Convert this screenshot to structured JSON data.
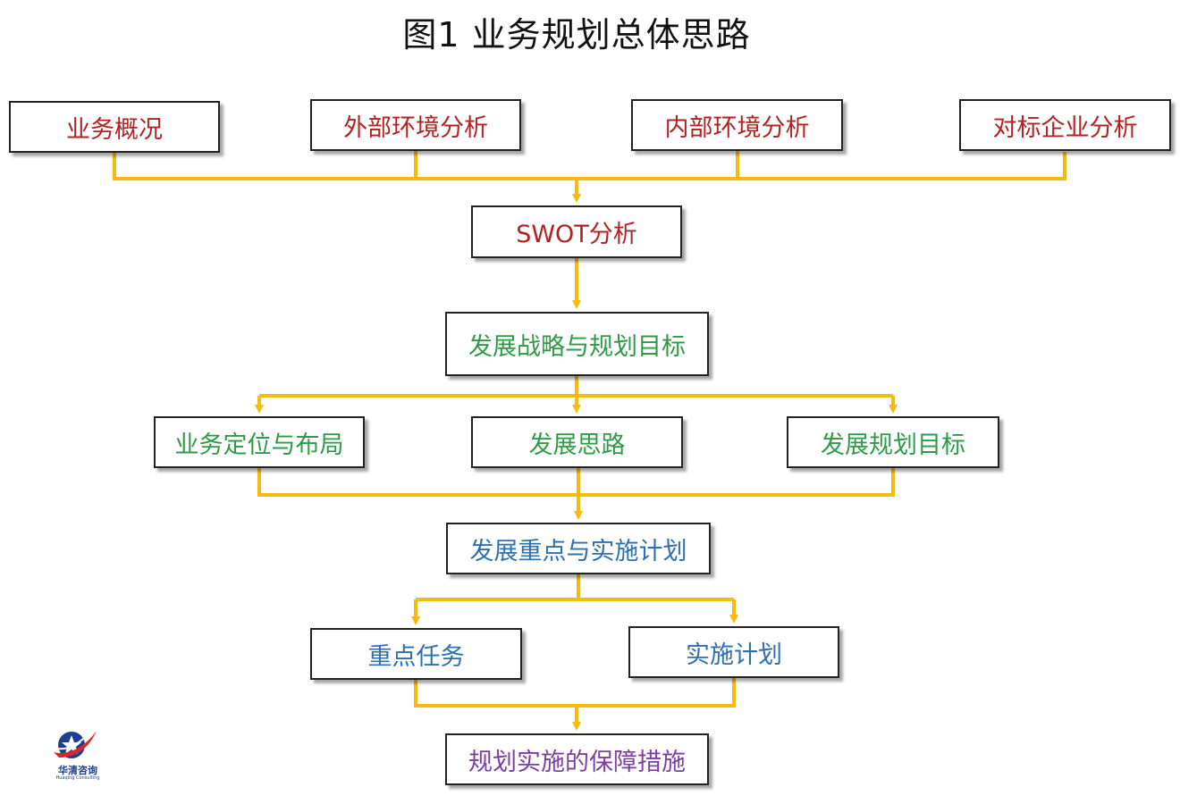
{
  "title": "图1  业务规划总体思路",
  "colors": {
    "connector": "#f5bb0f",
    "red_text": "#b22222",
    "green_text": "#2e9b46",
    "blue_text": "#2d6fb3",
    "purple_text": "#7b3fa6"
  },
  "level1": {
    "business_overview": "业务概况",
    "external_env": "外部环境分析",
    "internal_env": "内部环境分析",
    "benchmark": "对标企业分析"
  },
  "swot": "SWOT分析",
  "strategy_goals": "发展战略与规划目标",
  "level3": {
    "positioning": "业务定位与布局",
    "dev_ideas": "发展思路",
    "dev_goals": "发展规划目标"
  },
  "key_points_plan": "发展重点与实施计划",
  "level5": {
    "key_tasks": "重点任务",
    "impl_plan": "实施计划"
  },
  "safeguards": "规划实施的保障措施",
  "logo": {
    "icon": "star-swoosh-logo-icon",
    "name": "华清咨询",
    "subtitle": "Huaqing Consulting"
  }
}
